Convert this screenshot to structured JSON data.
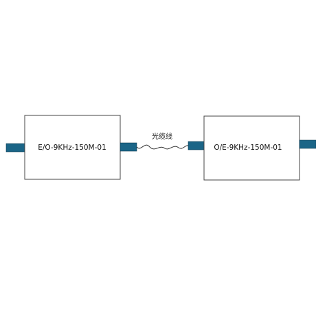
{
  "colors": {
    "port_fill": "#1b6587",
    "box_stroke": "#444444",
    "fiber_stroke": "#333333"
  },
  "transmitter": {
    "label": "E/O-9KHz-150M-01"
  },
  "receiver": {
    "label": "O/E-9KHz-150M-01"
  },
  "fiber": {
    "label": "光缆线"
  }
}
